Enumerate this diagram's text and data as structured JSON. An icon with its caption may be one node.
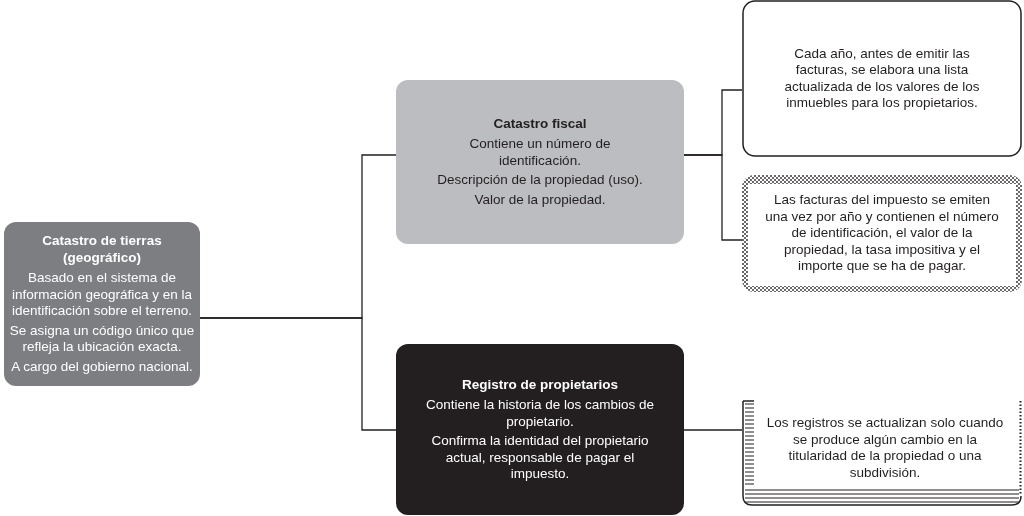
{
  "diagram": {
    "nodes": [
      {
        "text": [
          "Catastro de tierras (geográfico)",
          "Basado en el sistema de información geográfica y en la identificación sobre el terreno.",
          "Se asigna un código único que refleja la ubicación exacta.",
          "A cargo del gobierno nacional."
        ]
      },
      {
        "text": [
          "Catastro fiscal",
          "Contiene un número de identificación.",
          "Descripción de la propiedad (uso).",
          "Valor de la propiedad."
        ]
      },
      {
        "text": [
          "Registro de propietarios",
          "Contiene la historia de los cambios de propietario.",
          "Confirma la identidad del propietario actual, responsable de pagar el impuesto."
        ]
      },
      {
        "text": [
          "Cada año, antes de emitir las facturas, se elabora una lista actualizada de los valores de los inmuebles para los propietarios."
        ]
      },
      {
        "text": [
          "Las facturas del impuesto se emiten una vez por año y contienen el número de identificación, el valor de la propiedad, la tasa impositiva y el importe que se ha de pagar."
        ]
      },
      {
        "text": [
          "Los registros se actualizan solo cuando se produce algún cambio en la titularidad de la propiedad o una subdivisión."
        ]
      }
    ],
    "edges": [
      {
        "from": 0,
        "to": 1,
        "arrow": "none"
      },
      {
        "from": 0,
        "to": 2,
        "arrow": "none"
      },
      {
        "from": 1,
        "to": 3,
        "arrow": "none"
      },
      {
        "from": 1,
        "to": 4,
        "arrow": "none"
      },
      {
        "from": 2,
        "to": 5,
        "arrow": "none"
      }
    ]
  }
}
